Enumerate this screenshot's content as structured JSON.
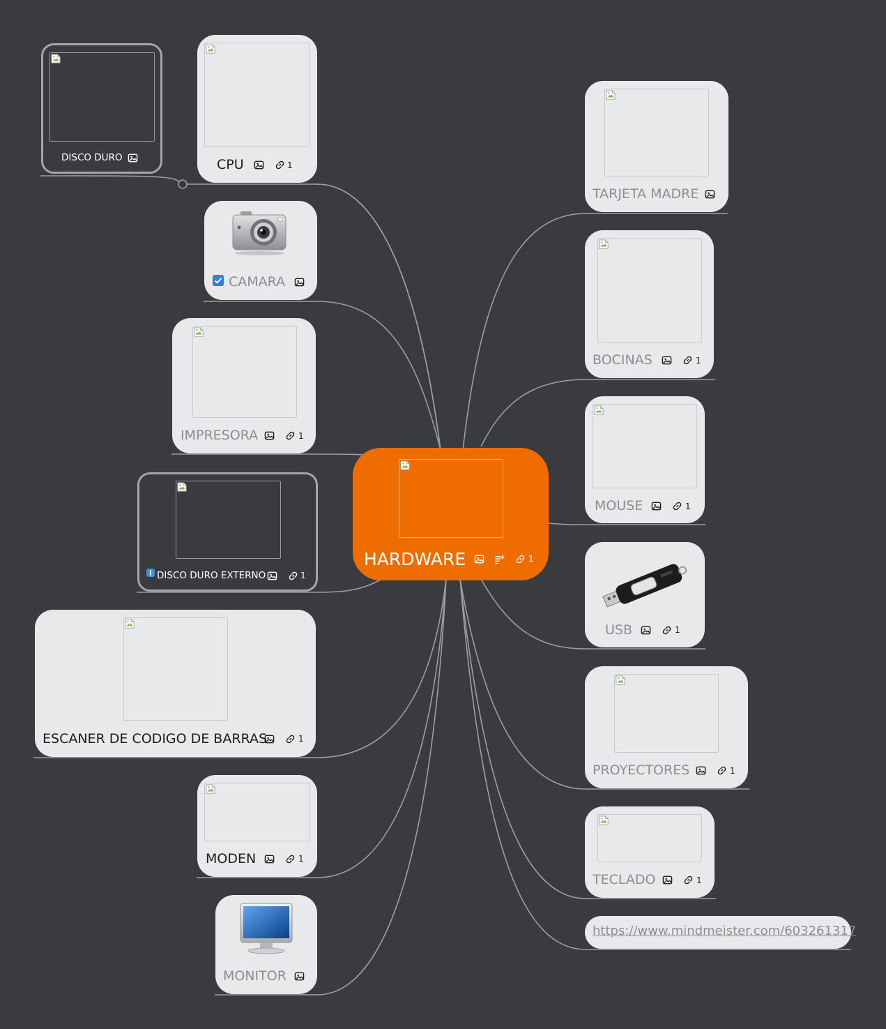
{
  "root": {
    "label": "HARDWARE",
    "link_count": "1"
  },
  "nodes": {
    "disco_duro": {
      "label": "DISCO DURO"
    },
    "cpu": {
      "label": "CPU",
      "link_count": "1"
    },
    "camara": {
      "label": "CAMARA"
    },
    "impresora": {
      "label": "IMPRESORA",
      "link_count": "1"
    },
    "disco_externo": {
      "label": "DISCO DURO EXTERNO",
      "link_count": "1"
    },
    "escaner": {
      "label": "ESCANER DE CODIGO DE BARRAS",
      "link_count": "1"
    },
    "moden": {
      "label": "MODEN",
      "link_count": "1"
    },
    "monitor": {
      "label": "MONITOR"
    },
    "tarjeta": {
      "label": "TARJETA MADRE"
    },
    "bocinas": {
      "label": "BOCINAS",
      "link_count": "1"
    },
    "mouse": {
      "label": "MOUSE",
      "link_count": "1"
    },
    "usb": {
      "label": "USB",
      "link_count": "1"
    },
    "proyectores": {
      "label": "PROYECTORES",
      "link_count": "1"
    },
    "teclado": {
      "label": "TECLADO",
      "link_count": "1"
    },
    "url": {
      "label": "https://www.mindmeister.com/603261317"
    }
  },
  "colors": {
    "background": "#393b3f",
    "root": "#ee6c00",
    "node": "#e8e9eb",
    "edge": "#9c9ea1",
    "muted_text": "#8b8e92",
    "check": "#2f7fd8"
  },
  "icons": {
    "image": "image-icon",
    "link": "link-icon",
    "notes": "notes-icon",
    "check": "checkbox-icon",
    "priority": "priority-icon"
  }
}
